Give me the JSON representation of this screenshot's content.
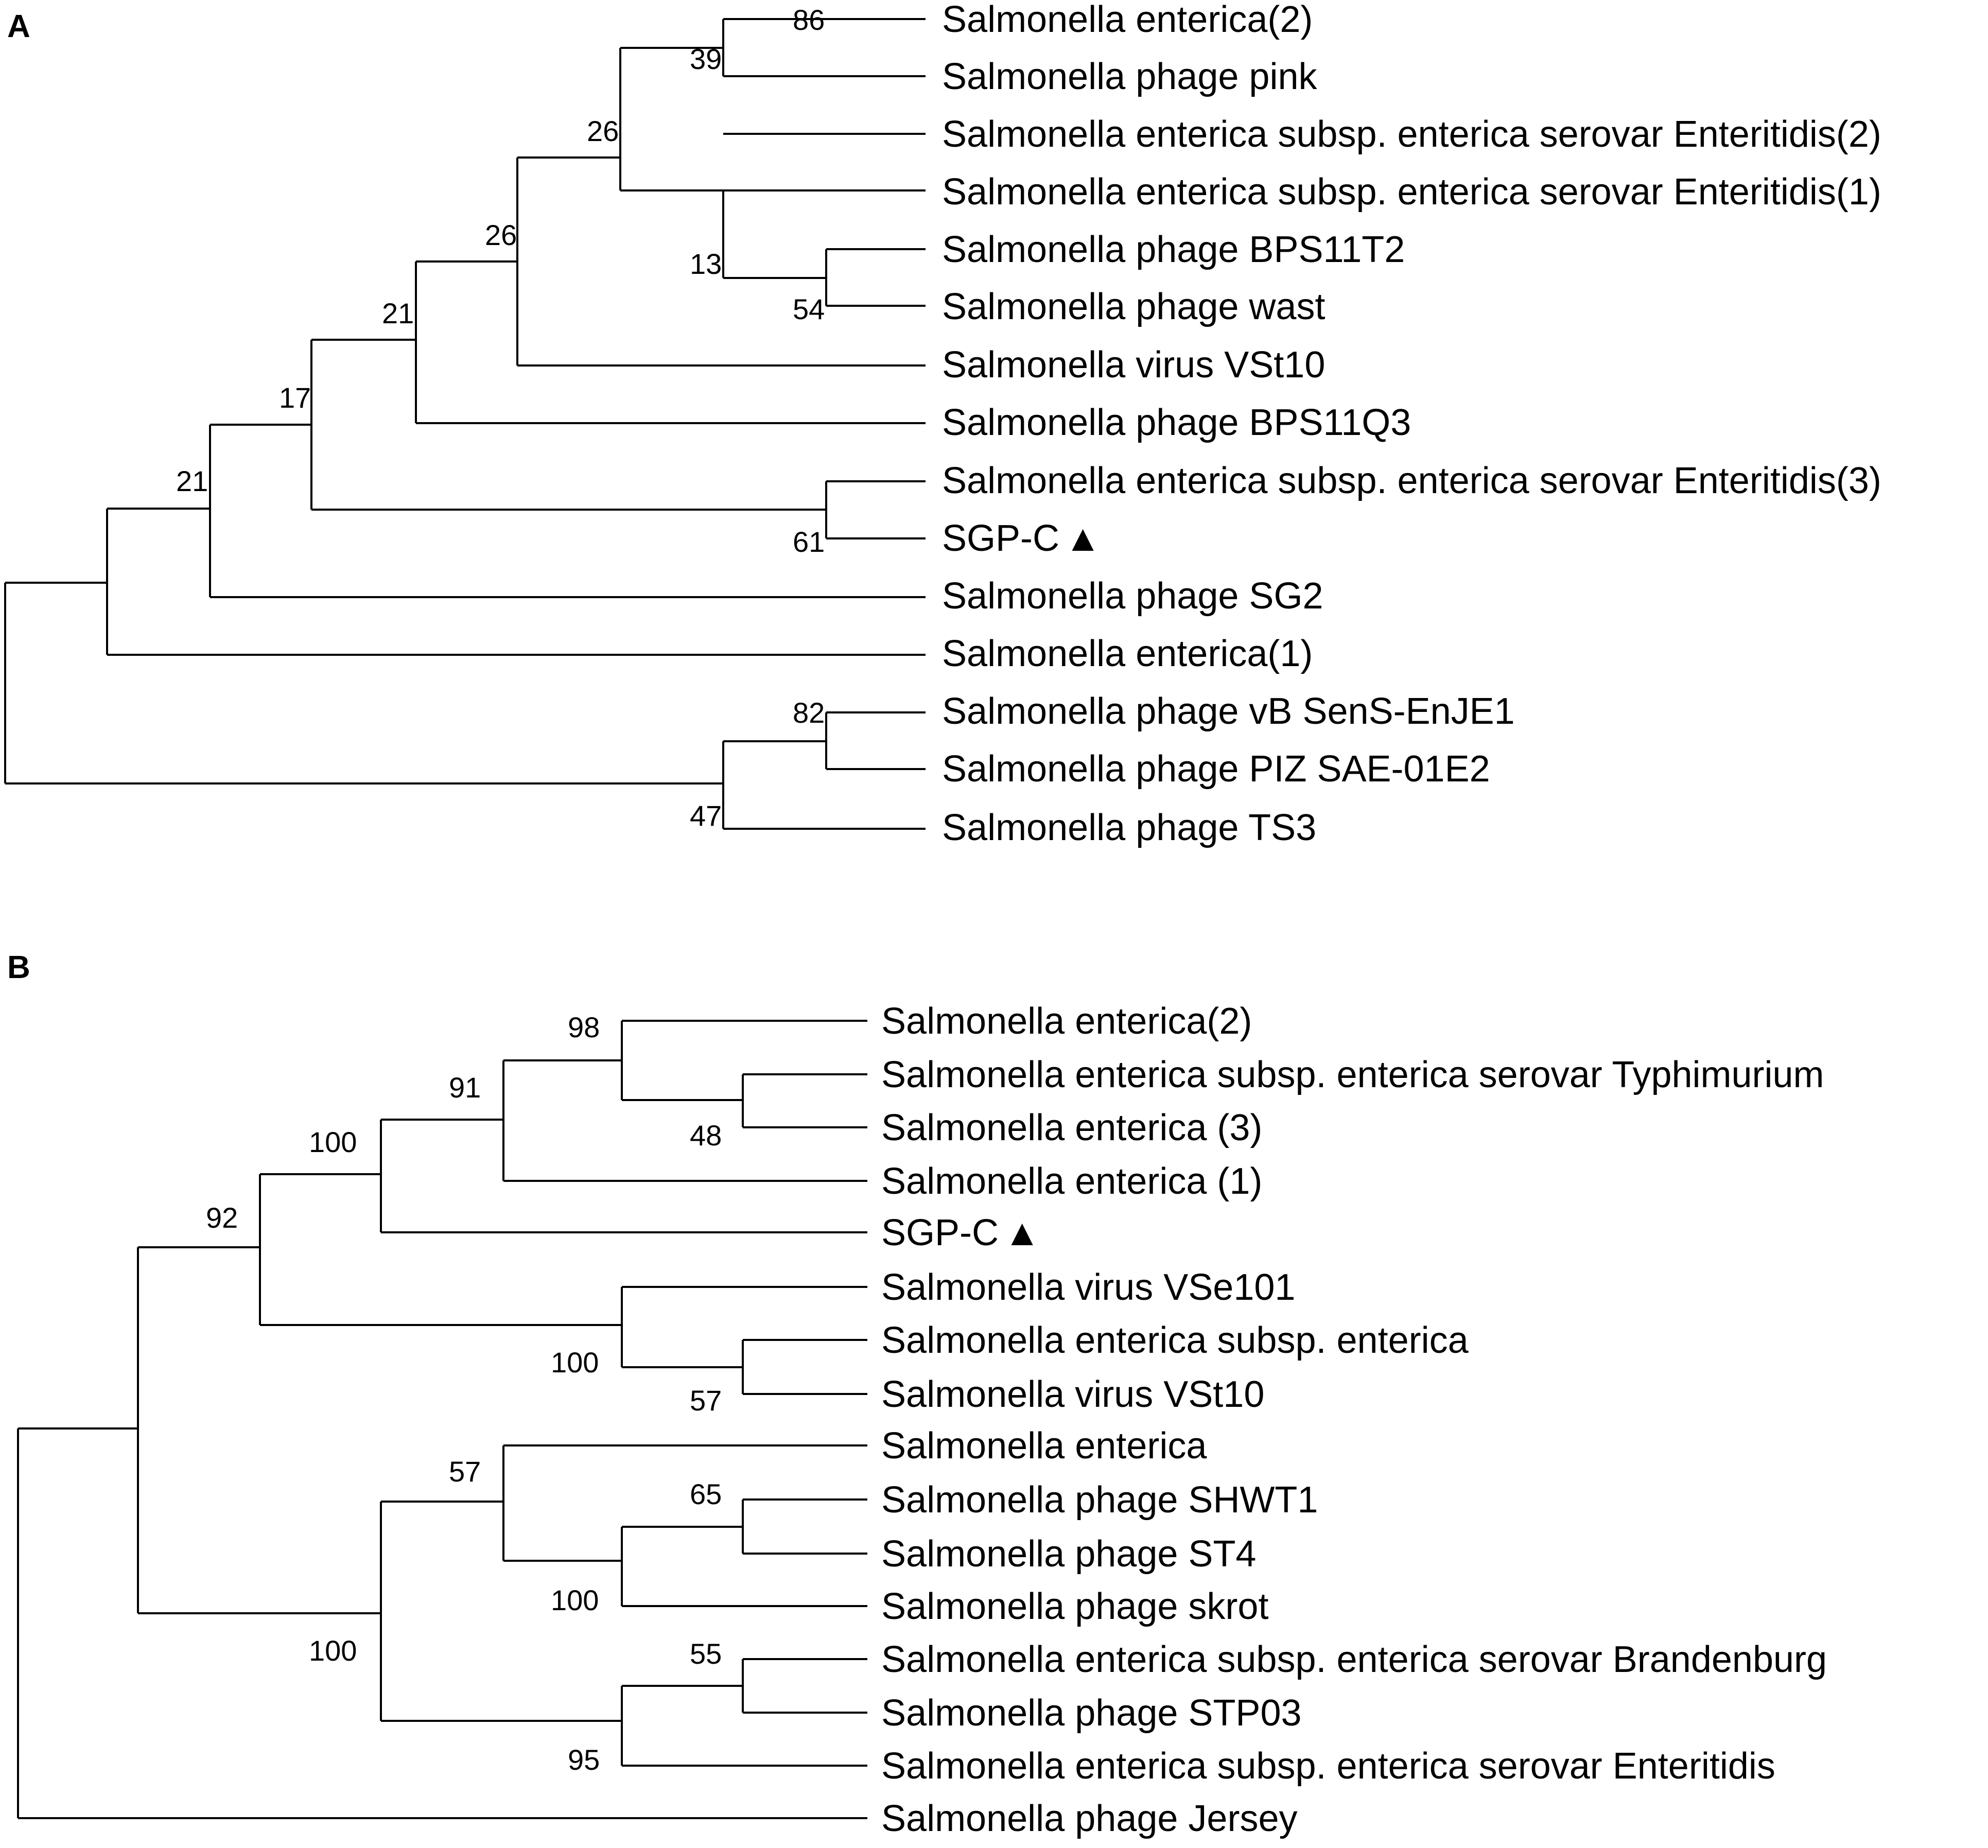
{
  "panels": [
    {
      "label": "A",
      "leaves": [
        "Salmonella enterica(2)",
        "Salmonella phage pink",
        "Salmonella enterica subsp. enterica serovar Enteritidis(2)",
        "Salmonella enterica subsp. enterica serovar Enteritidis(1)",
        "Salmonella phage BPS11T2",
        "Salmonella phage wast",
        "Salmonella virus VSt10",
        "Salmonella phage BPS11Q3",
        "Salmonella enterica subsp. enterica serovar Enteritidis(3)",
        "SGP-C",
        "Salmonella phage SG2",
        "Salmonella enterica(1)",
        "Salmonella phage vB SenS-EnJE1",
        "Salmonella phage PIZ SAE-01E2",
        "Salmonella phage TS3"
      ],
      "marked_leaf": "SGP-C",
      "bootstrap": [
        "86",
        "39",
        "26",
        "13",
        "54",
        "26",
        "21",
        "61",
        "17",
        "21",
        "82",
        "47"
      ]
    },
    {
      "label": "B",
      "leaves": [
        "Salmonella enterica(2)",
        "Salmonella enterica subsp. enterica serovar Typhimurium",
        "Salmonella enterica (3)",
        "Salmonella enterica (1)",
        "SGP-C",
        "Salmonella virus VSe101",
        "Salmonella enterica subsp. enterica",
        "Salmonella virus VSt10",
        "Salmonella enterica",
        "Salmonella phage SHWT1",
        "Salmonella phage ST4",
        "Salmonella phage skrot",
        "Salmonella enterica subsp. enterica serovar Brandenburg",
        "Salmonella phage STP03",
        "Salmonella enterica subsp. enterica serovar Enteritidis",
        "Salmonella phage Jersey"
      ],
      "marked_leaf": "SGP-C",
      "bootstrap": [
        "98",
        "48",
        "91",
        "100",
        "57",
        "100",
        "92",
        "65",
        "100",
        "57",
        "55",
        "95",
        "100"
      ]
    }
  ]
}
